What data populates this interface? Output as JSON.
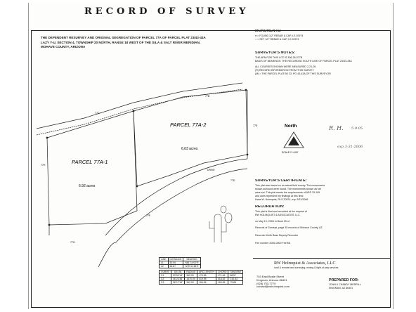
{
  "document": {
    "title": "RECORD OF SURVEY",
    "subtitle_lines": [
      "THE DEPENDENT RESURVEY AND ORIGINAL SEGREGATION OF PARCEL 77A OF PARCEL PLAT 23/43-43A",
      "LAZY Y-U, SECTION 4, TOWNSHIP 20 NORTH, RANGE 18 WEST OF THE GILA & SALT RIVER MERIDIAN,",
      "MOHAVE COUNTY, ARIZONA"
    ]
  },
  "monuments": {
    "heading": "MONUMENTS:",
    "lines": [
      "● = FOUND 1/2\" REBAR & CAP, LS 20974",
      "○ = SET 1/2\" REBAR & CAP, LS 20974"
    ]
  },
  "notes": {
    "heading": "SURVEYOR'S NOTES:",
    "lines": [
      "THE APN FOR THIS LOT IS 308-26-077B",
      "BASIS OF BEARINGS: THE RECORDED SOUTH LINE OF PARCEL PLAT 23/43-43A",
      "ALL COURSES SHOWN WERE MEASURED 2-21-05",
      "(R) RECORD INFORMATION FROM THIS SURVEY",
      "(M) = THE PARCEL PLAT BK 23, PG 43-43A OF THIS SURVEYOR"
    ]
  },
  "plat": {
    "parcel_a_label": "PARCEL 77A-1",
    "parcel_a_area": "6.92 acres",
    "parcel_b_label": "PARCEL 77A-2",
    "parcel_b_area": "6.63 acres",
    "north_label": "North",
    "scale_label": "SCALE 1\"=100'",
    "lot_labels": [
      "77B",
      "77C",
      "77E",
      "77D",
      "77F",
      "77G",
      "77H"
    ],
    "road_label": "DRIVE"
  },
  "certificate": {
    "heading": "SURVEYOR'S CERTIFICATE:",
    "lines": [
      "This plat was based on an actual field survey. The monuments",
      "shown as found were found. The monuments shown as set",
      "were set. This plat meets the requirements of ARS 33-105",
      "and does represent my findings at this time.",
      "Hans W. Holmquist, RLS 20974, exp 3/31/2006"
    ]
  },
  "recordation": {
    "heading": "RECORDATION:",
    "lines": [
      "This plat is filed and recorded at the request of",
      "RW HOLMQUIST & ASSOCIATES, LLC",
      "on May 13, 2005 in Book 23 of",
      "Records of Surveys, page 35 records of Mohave County, AZ.",
      "Recorder Keith Bass  Deputy Recorder",
      "Fee number 2005-0000  Fee $8"
    ]
  },
  "line_table": {
    "headers": [
      "LINE",
      "DISTANCE",
      "BEARING"
    ],
    "rows": [
      [
        "L1",
        "50.00",
        "N81°14'00\"E"
      ],
      [
        "L2",
        "66.87",
        "N75°41'48\"E"
      ]
    ]
  },
  "curve_table": {
    "headers": [
      "CURVE",
      "DELTA",
      "RADIUS",
      "ARC LENGTH",
      "CHORD",
      "TANGENT"
    ],
    "rows": [
      [
        "C1",
        "20°52'14\"",
        "342.00",
        "174.55",
        "171.46",
        "88.57"
      ],
      [
        "C2",
        "16°23'36\"",
        "1470.00",
        "419.95",
        "418.52",
        "210.83"
      ],
      [
        "C3",
        "26°17'16\"",
        "342.00",
        "156.96",
        "155.55",
        "79.88"
      ]
    ]
  },
  "firm": {
    "name": "RW Holmquist & Associates, LLC",
    "tagline": "rural & remote land surveying, mining & right-of-way services",
    "address_lines": [
      "703 East Beale Street",
      "Kingman, Arizona 86401",
      "(928) 753-7779",
      "contact@rwholmquist.com"
    ],
    "prepared_for_label": "PREPARED FOR:",
    "client_lines": [
      "JOHN & CHANDY MERRILL",
      "KINGMAN, AZ 86401"
    ]
  },
  "stamps": {
    "signature": "R. H.",
    "date_1": "5-9-05",
    "exp_note": "exp 3-31-2006"
  },
  "colors": {
    "ink": "#1a1a1a",
    "paper": "#fdfdfb",
    "stamp": "#555555"
  }
}
